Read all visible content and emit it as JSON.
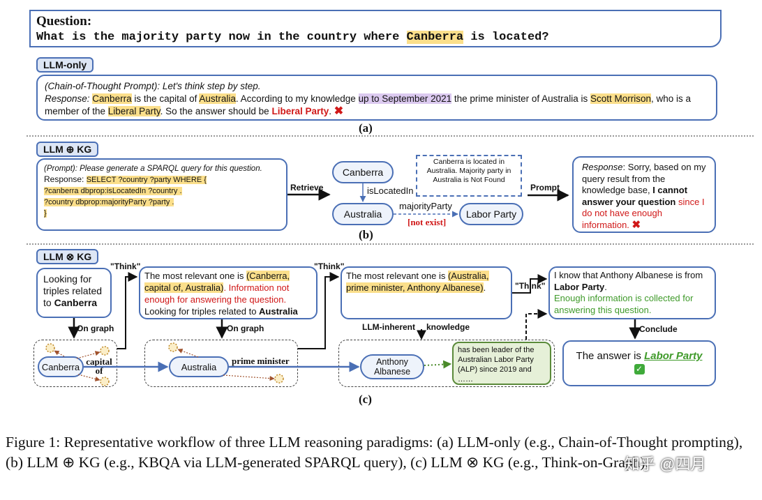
{
  "question": {
    "label": "Question:",
    "pre": "What is the majority party now in the country where ",
    "entity": "Canberra",
    "post": " is located?"
  },
  "panel_a": {
    "tag": "LLM-only",
    "line1": "(Chain-of-Thought Prompt): Let's think step by step.",
    "resp_label": "Response: ",
    "t1": "Canberra",
    "t2": " is the capital of ",
    "t3": "Australia",
    "t4": ". According to my knowledge ",
    "t5": "up to September 2021",
    "t6": " the prime minister of Australia is ",
    "t7": "Scott Morrison",
    "t8": ", who is a",
    "t9": "member of the ",
    "t10": "Liberal Party",
    "t11": ". So the answer should be ",
    "t12": "Liberal Party",
    "t13": ".",
    "caption": "(a)"
  },
  "panel_b": {
    "tag": "LLM ⊕ KG",
    "prompt": "(Prompt): Please generate a SPARQL query for this question.",
    "resp_label": "Response: ",
    "sparql": [
      "SELECT ?country ?party WHERE {",
      "?canberra dbprop:isLocatedIn ?country .",
      "?country dbprop:majorityParty ?party .",
      "}"
    ],
    "retrieve": "Retrieve",
    "prompt_arrow": "Prompt",
    "node_canberra": "Canberra",
    "node_australia": "Australia",
    "node_labor": "Labor Party",
    "rel_located": "isLocatedIn",
    "rel_majority": "majorityParty",
    "not_exist": "[not exist]",
    "kg_result": "Canberra is located in Australia. Majority party in Australia is Not Found",
    "resp_italic": "Response",
    "resp_1": ": Sorry, based on my query result from the knowledge base, ",
    "resp_bold": "I cannot answer your question",
    "resp_red": " since I do not have enough information.",
    "caption": "(b)"
  },
  "panel_c": {
    "tag": "LLM ⊗ KG",
    "box1_pre": "Looking for triples related to ",
    "box1_bold": "Canberra",
    "think": "\"Think\"",
    "box2_pre": "The most relevant one is ",
    "box2_hl": "(Canberra, capital of, Australia)",
    "box2_red": ". Information not enough for answering the question.",
    "box2_post": "Looking for triples related to ",
    "box2_bold": "Australia",
    "box3_pre": "The most relevant one is ",
    "box3_hl": "(Australia, prime minister, Anthony Albanese)",
    "box3_post": ".",
    "box4_pre": "I know that Anthony Albanese is from ",
    "box4_bold": "Labor Party",
    "box4_dot": ".",
    "box4_green": "Enough information is collected for answering this question.",
    "on_graph": "On graph",
    "llm_inherent": "LLM-inherent",
    "knowledge": "knowledge",
    "conclude": "Conclude",
    "node_canberra": "Canberra",
    "node_australia": "Australia",
    "node_albanese": "Anthony Albanese",
    "rel_capital": "capital of",
    "rel_pm": "prime minister",
    "inherent_text": "has been leader of the Australian Labor Party (ALP) since 2019 and ……",
    "answer_pre": "The answer is ",
    "answer": "Labor Party",
    "caption": "(c)"
  },
  "figure_caption": "Figure 1: Representative workflow of three LLM reasoning paradigms: (a) LLM-only (e.g., Chain-of-Thought prompting), (b) LLM ⊕ KG (e.g., KBQA via LLM-generated SPARQL query), (c) LLM ⊗ KG (e.g., Think-on-Graph).",
  "watermark": "知乎 @四月",
  "colors": {
    "border_blue": "#4a6fb5",
    "highlight_yellow": "#fbdf8b",
    "highlight_purple": "#dccaf0",
    "red": "#d01818",
    "green": "#3f9a2a"
  }
}
